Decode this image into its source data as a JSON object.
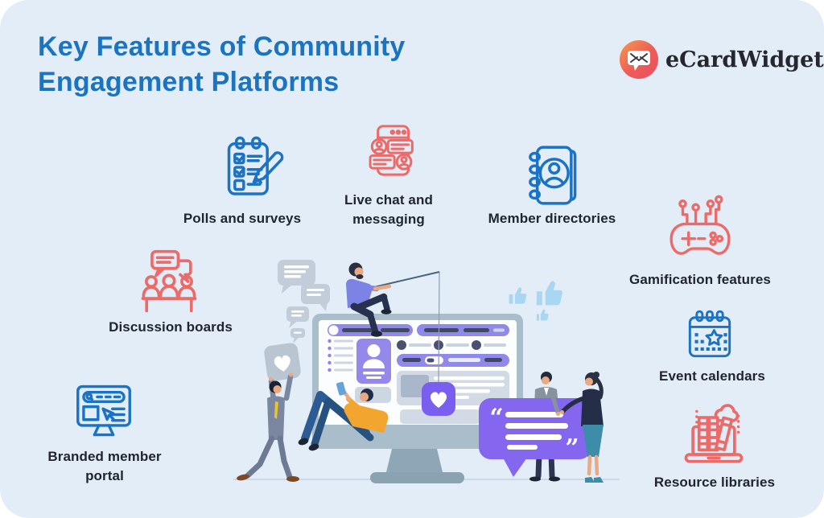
{
  "page": {
    "background": "#e2edf8",
    "outer_background": "#ffffff"
  },
  "header": {
    "title_line1": "Key Features of Community",
    "title_line2": "Engagement Platforms",
    "title_color": "#1b74c0"
  },
  "logo": {
    "text": "eCardWidget",
    "icon": "envelope-chat-icon",
    "badge_gradient": [
      "#f59b4e",
      "#e94e62"
    ],
    "text_color": "#26262e"
  },
  "features": [
    {
      "id": "polls-and-surveys",
      "label": "Polls and surveys",
      "icon": "clipboard-checklist-icon",
      "color": "#1a73c4"
    },
    {
      "id": "live-chat-messaging",
      "label": "Live chat and messaging",
      "icon": "chat-window-icon",
      "color": "#ec6a68"
    },
    {
      "id": "member-directories",
      "label": "Member directories",
      "icon": "address-book-icon",
      "color": "#1a73c4"
    },
    {
      "id": "gamification",
      "label": "Gamification features",
      "icon": "game-controller-icon",
      "color": "#ec6a68"
    },
    {
      "id": "discussion-boards",
      "label": "Discussion boards",
      "icon": "people-meeting-icon",
      "color": "#ec6a68"
    },
    {
      "id": "event-calendars",
      "label": "Event calendars",
      "icon": "calendar-star-icon",
      "color": "#1a73c4"
    },
    {
      "id": "branded-portal",
      "label": "Branded member portal",
      "icon": "browser-monitor-icon",
      "color": "#1a73c4"
    },
    {
      "id": "resource-libraries",
      "label": "Resource libraries",
      "icon": "laptop-books-icon",
      "color": "#ec6a68"
    }
  ],
  "illustration": {
    "description": "people interacting around a large community web platform on a monitor",
    "quote_open": "“",
    "quote_close": "”",
    "colors": {
      "monitor_frame": "#aabdcb",
      "screen": "#fbfdff",
      "ui_purple": "#9189e9",
      "ui_dark": "#3f4965",
      "card_gray": "#d2dbe5",
      "heart_app_purple": "#7a5ef0",
      "speech_bubble_purple": "#8566ee",
      "speech_bubble_gray": "#c3cdd9",
      "thumbs_up_blue": "#a9d6f0",
      "shirt_orange": "#f2a62f",
      "shirt_periwinkle": "#7d83e4",
      "suit_gray": "#7b87a0",
      "skin": "#e9a982",
      "skirt_teal": "#3d8da9",
      "ground_line": "#c3d2df"
    }
  }
}
